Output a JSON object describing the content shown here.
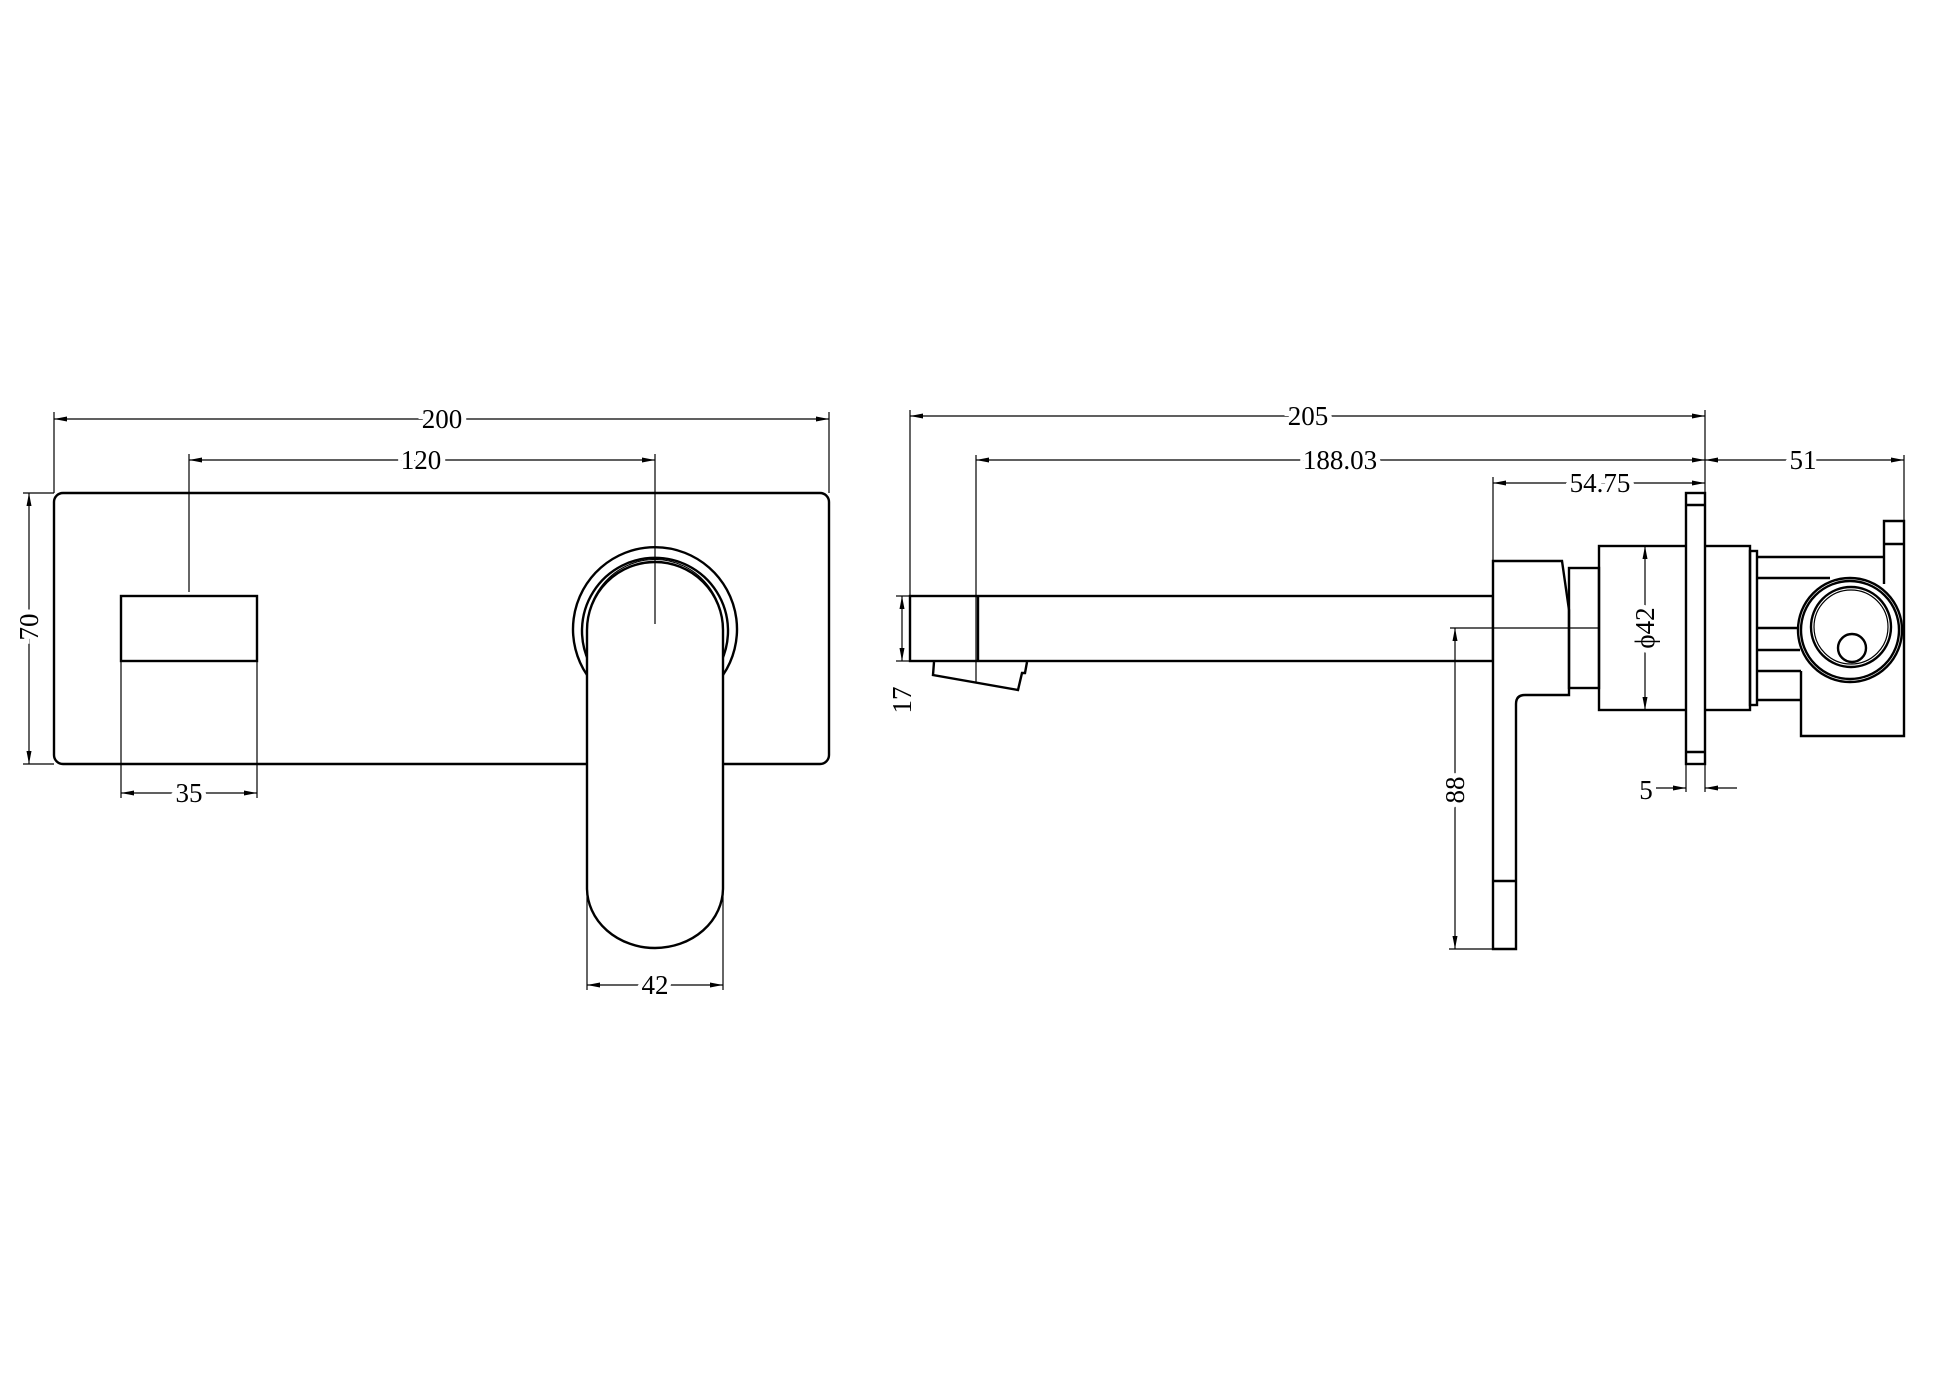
{
  "drawing": {
    "front_view": {
      "plate_width": "200",
      "handle_spacing": "120",
      "plate_height": "70",
      "outlet_width": "35",
      "handle_width": "42"
    },
    "side_view": {
      "overall_length": "205",
      "spout_length": "188.03",
      "body_depth": "54.75",
      "rear_depth": "51",
      "spout_height": "17",
      "lever_height": "88",
      "cylinder_diameter": "ϕ42",
      "flange_thickness": "5"
    },
    "line_color": "#000000",
    "background": "#ffffff"
  }
}
